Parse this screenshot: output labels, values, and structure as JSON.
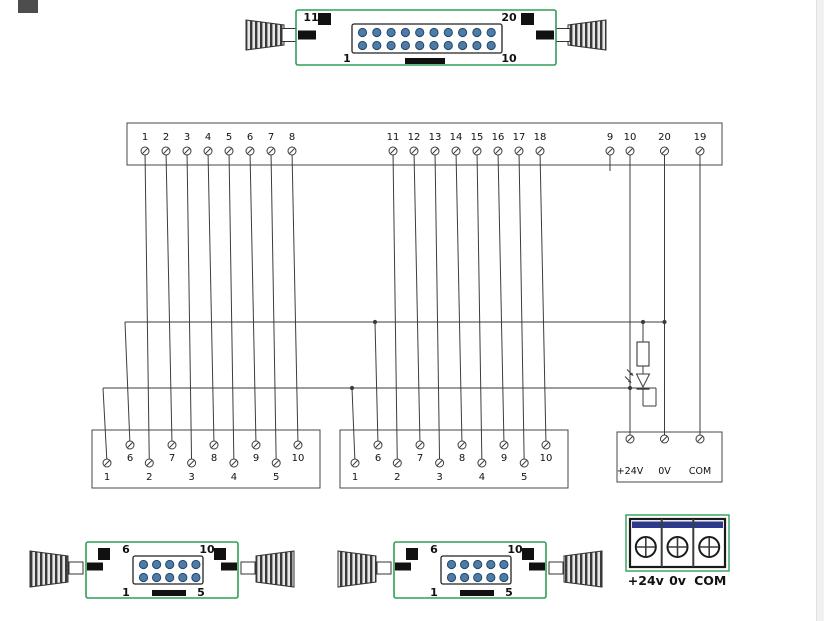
{
  "colors": {
    "wire": "#3c3c3c",
    "box_stroke": "#474747",
    "connector_green": "#2f9e57",
    "pin_fill": "#4e7ca6",
    "pin_stroke": "#23486b",
    "latch_black": "#111111",
    "navy_bar": "#2d3a8c",
    "text": "#111111"
  },
  "top_connector": {
    "type": "idc-20-pin",
    "pins_per_row": 10,
    "corner_labels": {
      "top_left": "11",
      "top_right": "20",
      "bottom_left": "1",
      "bottom_right": "10"
    }
  },
  "main_strip": {
    "groups": [
      {
        "labels": [
          "1",
          "2",
          "3",
          "4",
          "5",
          "6",
          "7",
          "8"
        ]
      },
      {
        "labels": [
          "11",
          "12",
          "13",
          "14",
          "15",
          "16",
          "17",
          "18"
        ]
      },
      {
        "labels": [
          "9",
          "10"
        ]
      },
      {
        "labels": [
          "20"
        ]
      },
      {
        "labels": [
          "19"
        ]
      }
    ]
  },
  "terminal_blocks": [
    {
      "id": "left",
      "top_row": [
        "6",
        "7",
        "8",
        "9",
        "10"
      ],
      "bottom_row": [
        "1",
        "2",
        "3",
        "4",
        "5"
      ]
    },
    {
      "id": "middle",
      "top_row": [
        "6",
        "7",
        "8",
        "9",
        "10"
      ],
      "bottom_row": [
        "1",
        "2",
        "3",
        "4",
        "5"
      ]
    }
  ],
  "power_block": {
    "labels": [
      "+24V",
      "0V",
      "COM"
    ]
  },
  "indicator": {
    "components": [
      "resistor",
      "led"
    ]
  },
  "bottom_connectors": [
    {
      "type": "idc-10-pin",
      "pins_per_row": 5,
      "corner_labels": {
        "top_left": "6",
        "top_right": "10",
        "bottom_left": "1",
        "bottom_right": "5"
      }
    },
    {
      "type": "idc-10-pin",
      "pins_per_row": 5,
      "corner_labels": {
        "top_left": "6",
        "top_right": "10",
        "bottom_left": "1",
        "bottom_right": "5"
      }
    }
  ],
  "screw_terminal": {
    "labels": [
      "+24v",
      "0v",
      "COM"
    ]
  }
}
